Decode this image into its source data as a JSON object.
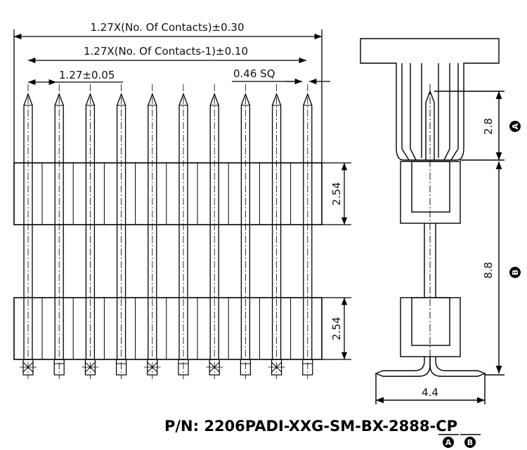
{
  "dimensions": {
    "overall_length": "1.27X(No. Of Contacts)±0.30",
    "pin_span": "1.27X(No. Of Contacts-1)±0.10",
    "pitch": "1.27±0.05",
    "pin_square": "0.46 SQ",
    "insulator_height_upper": "2.54",
    "insulator_height_lower": "2.54",
    "dim_a": "2.8",
    "dim_b": "8.8",
    "foot_width": "4.4"
  },
  "markers": {
    "a": "A",
    "b": "B"
  },
  "part_number": {
    "prefix": "P/N: 2206PADI-XXG-SM-BX-",
    "code_a": "28",
    "code_b": "88",
    "suffix": "-CP"
  }
}
